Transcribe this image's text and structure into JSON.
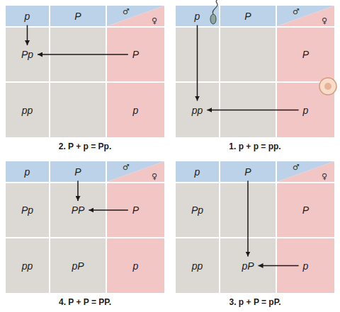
{
  "diagram": {
    "nodes": [
      {
        "text": [
          "2. P + p = Pp."
        ]
      },
      {
        "text": [
          "p"
        ],
        "in": 0
      },
      {
        "text": [
          "P"
        ],
        "in": 0
      },
      {
        "text": [
          "Pp"
        ],
        "in": 0
      },
      {
        "text": [
          "P"
        ],
        "in": 0
      },
      {
        "text": [
          "pp"
        ],
        "in": 0
      },
      {
        "text": [
          "p"
        ],
        "in": 0
      },
      {
        "text": [
          "1. p + p = pp."
        ]
      },
      {
        "text": [
          "p"
        ],
        "in": 7
      },
      {
        "text": [
          "P"
        ],
        "in": 7
      },
      {
        "text": [
          "P"
        ],
        "in": 7
      },
      {
        "text": [
          "pp"
        ],
        "in": 7
      },
      {
        "text": [
          "p"
        ],
        "in": 7
      },
      {
        "text": [
          "4. P + P = PP."
        ]
      },
      {
        "text": [
          "p"
        ],
        "in": 13
      },
      {
        "text": [
          "P"
        ],
        "in": 13
      },
      {
        "text": [
          "Pp"
        ],
        "in": 13
      },
      {
        "text": [
          "PP"
        ],
        "in": 13
      },
      {
        "text": [
          "P"
        ],
        "in": 13
      },
      {
        "text": [
          "pp"
        ],
        "in": 13
      },
      {
        "text": [
          "pP"
        ],
        "in": 13
      },
      {
        "text": [
          "p"
        ],
        "in": 13
      },
      {
        "text": [
          "3. p + P = pP."
        ]
      },
      {
        "text": [
          "p"
        ],
        "in": 22
      },
      {
        "text": [
          "P"
        ],
        "in": 22
      },
      {
        "text": [
          "Pp"
        ],
        "in": 22
      },
      {
        "text": [
          "P"
        ],
        "in": 22
      },
      {
        "text": [
          "pp"
        ],
        "in": 22
      },
      {
        "text": [
          "pP"
        ],
        "in": 22
      },
      {
        "text": [
          "p"
        ],
        "in": 22
      }
    ],
    "edges": [
      {
        "from": 1,
        "to": 3,
        "arrow": "to"
      },
      {
        "from": 4,
        "to": 3,
        "arrow": "to"
      },
      {
        "from": 8,
        "to": 11,
        "arrow": "to"
      },
      {
        "from": 12,
        "to": 11,
        "arrow": "to"
      },
      {
        "from": 15,
        "to": 17,
        "arrow": "to"
      },
      {
        "from": 18,
        "to": 17,
        "arrow": "to"
      },
      {
        "from": 24,
        "to": 28,
        "arrow": "to"
      },
      {
        "from": 29,
        "to": 28,
        "arrow": "to"
      }
    ],
    "labels": [
      "♂",
      "♀",
      "♂",
      "♀",
      "♂",
      "♀",
      "♂",
      "♀"
    ]
  }
}
